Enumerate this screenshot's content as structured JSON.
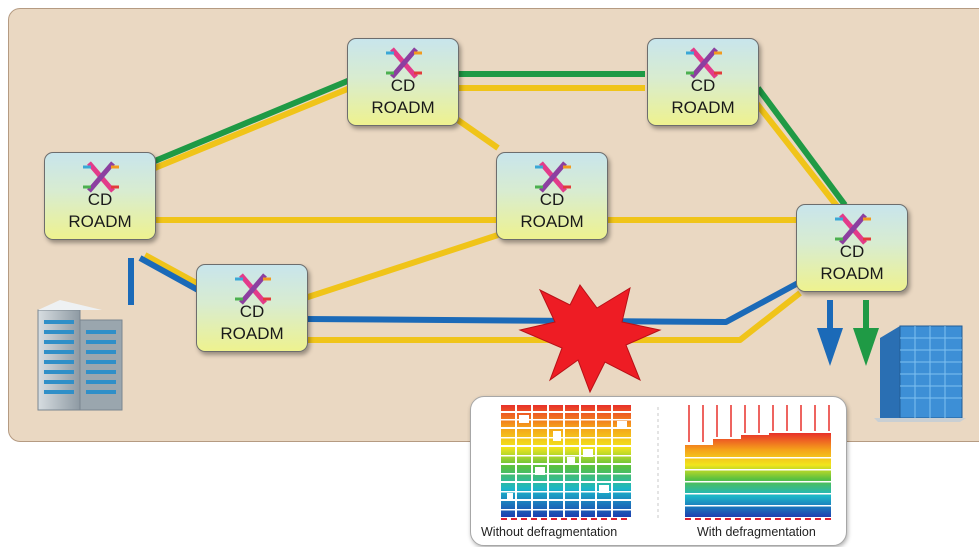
{
  "nodes": [
    {
      "label_1": "CD",
      "label_2": "ROADM"
    },
    {
      "label_1": "CD",
      "label_2": "ROADM"
    },
    {
      "label_1": "CD",
      "label_2": "ROADM"
    },
    {
      "label_1": "CD",
      "label_2": "ROADM"
    },
    {
      "label_1": "CD",
      "label_2": "ROADM"
    },
    {
      "label_1": "CD",
      "label_2": "ROADM"
    }
  ],
  "colors": {
    "background": "#ead8c2",
    "yellow_path": "#f0c419",
    "green_path": "#1f9a45",
    "blue_path": "#1b6ab8",
    "fault_burst": "#ee1c24"
  },
  "inset": {
    "caption_left": "Without defragmentation",
    "caption_right": "With defragmentation"
  }
}
